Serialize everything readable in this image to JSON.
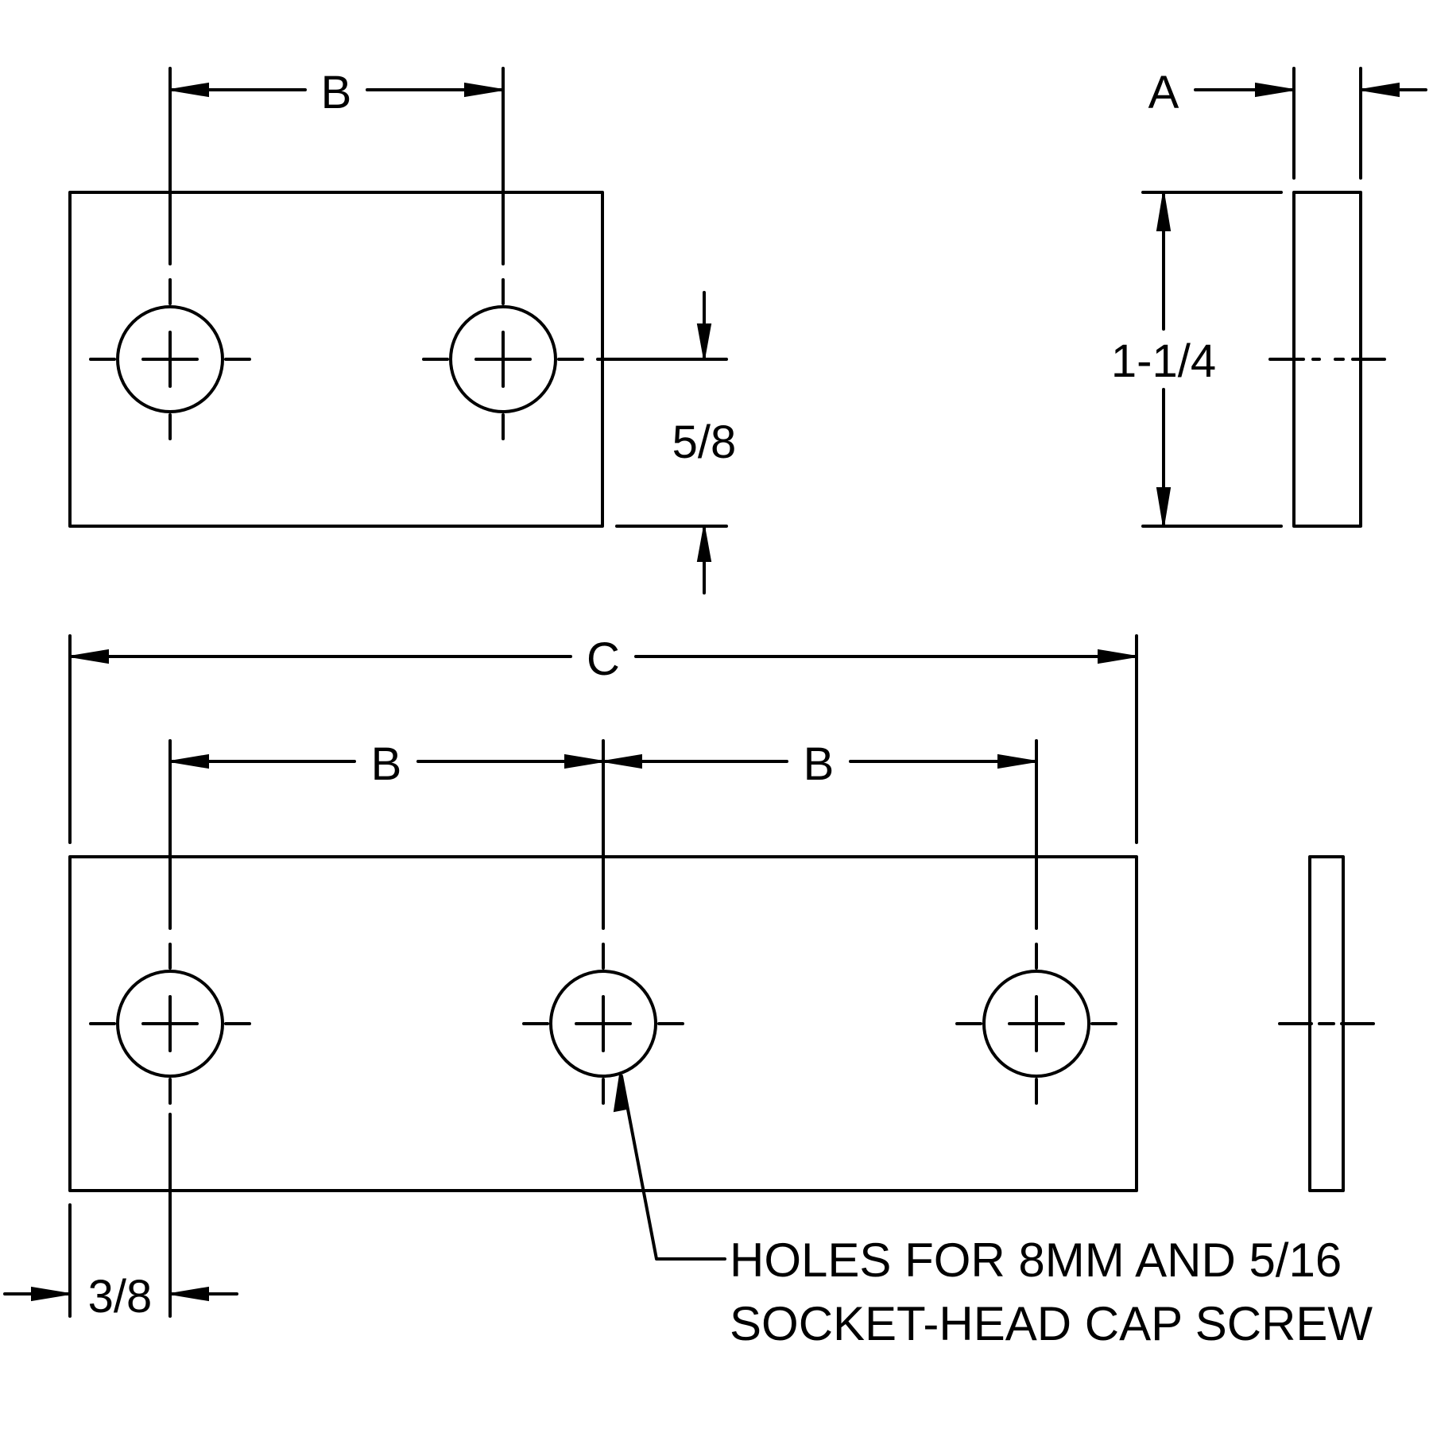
{
  "colors": {
    "ink": "#000000",
    "paper": "#ffffff"
  },
  "labels": {
    "dim_a": "A",
    "dim_b": "B",
    "dim_c": "C",
    "dim_height": "1-1/4",
    "dim_hole_from_edge": "5/8",
    "dim_end_offset": "3/8"
  },
  "note": {
    "line1": "HOLES FOR 8MM AND 5/16",
    "line2": "SOCKET-HEAD CAP SCREW"
  }
}
